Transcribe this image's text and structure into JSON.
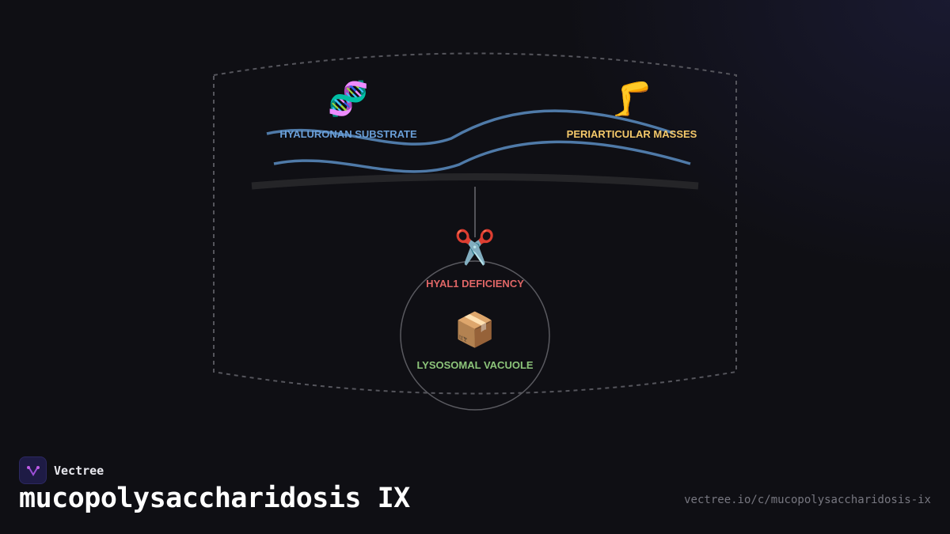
{
  "diagram": {
    "nodes": [
      {
        "id": "substrate",
        "label": "HYALURONAN SUBSTRATE",
        "icon": "dna-icon",
        "glyph": "🧬",
        "color": "#6a9fd8"
      },
      {
        "id": "masses",
        "label": "PERIARTICULAR MASSES",
        "icon": "leg-icon",
        "glyph": "🦵",
        "color": "#f5c96a"
      },
      {
        "id": "deficiency",
        "label": "HYAL1 DEFICIENCY",
        "icon": "scissors-icon",
        "glyph": "✂️",
        "color": "#e06666"
      },
      {
        "id": "vacuole",
        "label": "LYSOSOMAL VACUOLE",
        "icon": "package-icon",
        "glyph": "📦",
        "color": "#8cc47a"
      }
    ],
    "colors": {
      "strand": "#4f7aa8",
      "dashed_border": "#55555c",
      "circle": "#5a5a60",
      "membrane": "#252528"
    }
  },
  "footer": {
    "brand": "Vectree",
    "title": "mucopolysaccharidosis IX",
    "url": "vectree.io/c/mucopolysaccharidosis-ix"
  }
}
